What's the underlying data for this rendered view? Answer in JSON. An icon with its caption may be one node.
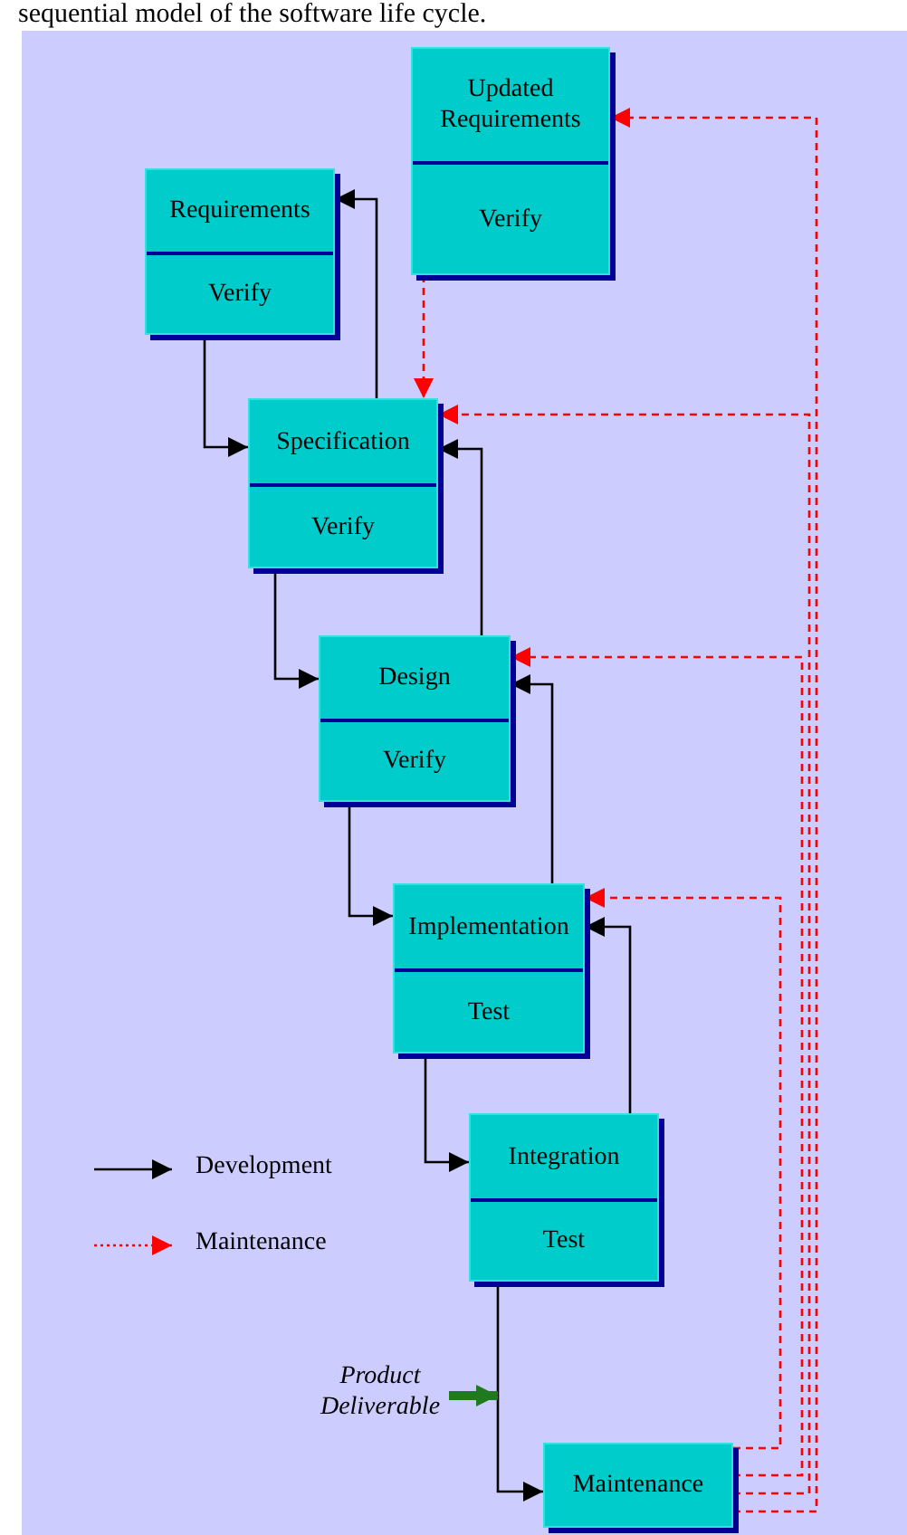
{
  "diagram": {
    "caption": "sequential model of the software life cycle.",
    "nodes": [
      {
        "text": [
          "Updated Requirements",
          "Verify"
        ]
      },
      {
        "text": [
          "Requirements",
          "Verify"
        ]
      },
      {
        "text": [
          "Specification",
          "Verify"
        ]
      },
      {
        "text": [
          "Design",
          "Verify"
        ]
      },
      {
        "text": [
          "Implementation",
          "Test"
        ]
      },
      {
        "text": [
          "Integration",
          "Test"
        ]
      },
      {
        "text": [
          "Maintenance"
        ]
      },
      {
        "text": [
          "Product Deliverable"
        ]
      }
    ],
    "edges": [
      {
        "from": 1,
        "to": 2,
        "arrow": "to"
      },
      {
        "from": 2,
        "to": 1,
        "arrow": "to"
      },
      {
        "from": 2,
        "to": 3,
        "arrow": "to"
      },
      {
        "from": 3,
        "to": 2,
        "arrow": "to"
      },
      {
        "from": 3,
        "to": 4,
        "arrow": "to"
      },
      {
        "from": 4,
        "to": 3,
        "arrow": "to"
      },
      {
        "from": 4,
        "to": 5,
        "arrow": "to"
      },
      {
        "from": 5,
        "to": 4,
        "arrow": "to"
      },
      {
        "from": 5,
        "to": 6,
        "arrow": "to"
      },
      {
        "from": 0,
        "to": 2,
        "arrow": "to",
        "style": "dashed",
        "color": "#ff0000"
      },
      {
        "from": 6,
        "to": 0,
        "arrow": "to",
        "style": "dashed",
        "color": "#ff0000"
      },
      {
        "from": 6,
        "to": 2,
        "arrow": "to",
        "style": "dashed",
        "color": "#ff0000"
      },
      {
        "from": 6,
        "to": 3,
        "arrow": "to",
        "style": "dashed",
        "color": "#ff0000"
      },
      {
        "from": 6,
        "to": 4,
        "arrow": "to",
        "style": "dashed",
        "color": "#ff0000"
      },
      {
        "from": 7,
        "to": null,
        "arrow": "to",
        "style": "thick",
        "color": "#1f7a1f"
      }
    ],
    "legend": [
      {
        "text": "Development"
      },
      {
        "text": "Maintenance"
      }
    ]
  }
}
